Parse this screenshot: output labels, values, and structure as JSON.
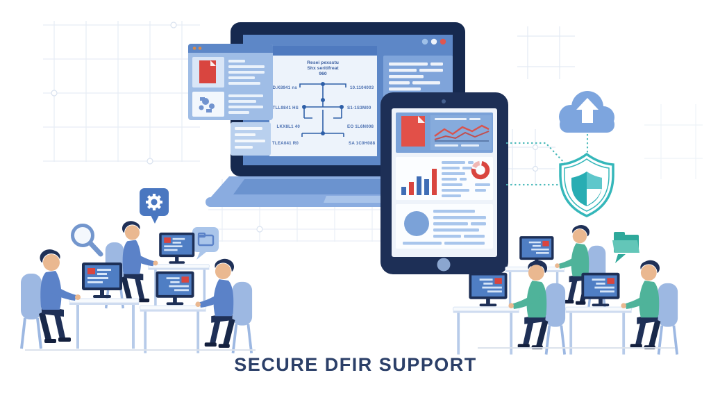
{
  "title": "SECURE DFIR SUPPORT",
  "laptop": {
    "flowchart": {
      "heading_line1": "Resei pexsstu",
      "heading_line2": "Shx seritifreat",
      "heading_line3": "960",
      "rows": [
        {
          "left": "D.K8941 ns",
          "right": "10.1104003"
        },
        {
          "left": "TLL9841 HS",
          "right": "S1-1S3M00"
        },
        {
          "left": "LKX8L1 40",
          "right": "EO 1L6N008"
        },
        {
          "left": "TLEA041 R0",
          "right": "SA 1C0H088"
        }
      ]
    }
  },
  "tablet": {
    "bar_chart_relative_heights": [
      12,
      19,
      27,
      23,
      38
    ],
    "bar_colors": [
      "blue",
      "red",
      "blue",
      "blue",
      "red"
    ],
    "donut_color": "#d9453f",
    "line_chart_color": "#d9534d"
  },
  "icons": [
    "search-icon",
    "gear-icon",
    "folder-icon",
    "cloud-upload-icon",
    "security-shield-icon",
    "document-icon"
  ],
  "palette": {
    "navy": "#1d2f56",
    "screen_blue": "#5d87c7",
    "light_blue": "#a9c4ea",
    "red": "#d9453f",
    "teal": "#35b7ba",
    "shirt_blue": "#5b82c8",
    "shirt_teal": "#4fb39a",
    "skin": "#eab890",
    "title_color": "#2b3f68"
  }
}
